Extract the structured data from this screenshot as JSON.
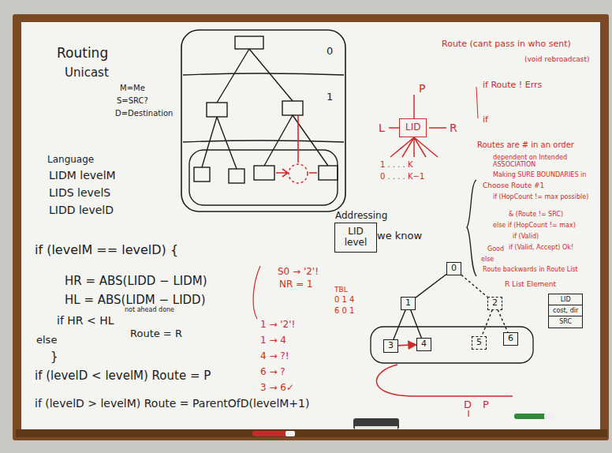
{
  "diagram": {
    "nodes": [
      {
        "text": [
          "LID"
        ]
      },
      {
        "text": [
          "Addressing",
          "LID level"
        ]
      },
      {
        "text": [
          "LID",
          "cost, dir",
          "SRC"
        ]
      },
      {
        "text": [
          "0"
        ]
      },
      {
        "text": [
          "1"
        ]
      },
      {
        "text": [
          "2"
        ]
      },
      {
        "text": [
          "3"
        ]
      },
      {
        "text": [
          "4"
        ]
      },
      {
        "text": [
          "5"
        ]
      },
      {
        "text": [
          "6"
        ]
      }
    ],
    "edges": [
      {
        "from": 3,
        "to": 4,
        "arrow": "none"
      },
      {
        "from": 3,
        "to": 5,
        "arrow": "none"
      },
      {
        "from": 4,
        "to": 6,
        "arrow": "none"
      },
      {
        "from": 4,
        "to": 7,
        "arrow": "none"
      },
      {
        "from": 5,
        "to": 8,
        "arrow": "none"
      },
      {
        "from": 5,
        "to": 9,
        "arrow": "none"
      },
      {
        "from": 6,
        "to": 7,
        "arrow": "to"
      }
    ],
    "labels": [
      "Routing",
      "Unicast",
      "0",
      "1",
      "M=Me",
      "S=SRC?",
      "D=Destination",
      "Language",
      "LIDM levelM",
      "LIDS levelS",
      "LIDD levelD",
      "if (levelM == levelD) {",
      "HR = ABS(LIDD − LIDM)",
      "HL = ABS(LIDM − LIDD)",
      "if HR < HL",
      "not ahead done",
      "Route = R",
      "else",
      "}",
      "if (levelD < levelM) Route = P",
      "if (levelD > levelM) Route = ParentOfD(levelM+1)",
      "P",
      "L",
      "R",
      "1 . . . . K",
      "0 . . . . K−1",
      "we know",
      "S0 → '2'!",
      "NR = 1",
      "TBL",
      "0 1 4",
      "6 0 1",
      "1 → '2'!",
      "1 → 4",
      "4 → ?!",
      "6 → ?",
      "3 → 6✓",
      "Route (cant pass in who sent)",
      "(void rebroadcast)",
      "if Route ! Errs",
      "if",
      "Routes are # in an order",
      "dependent on Intended ASSOCIATION",
      "Making SURE BOUNDARIES in",
      "Choose Route #1",
      "if (HopCount != max possible)",
      "& (Route != SRC)",
      "else if (HopCount != max)",
      "if (Valid)",
      "Good",
      "if (Valid, Accept) Ok!",
      "else",
      "Route backwards in Route List",
      "R List Element",
      "D",
      "P"
    ]
  }
}
